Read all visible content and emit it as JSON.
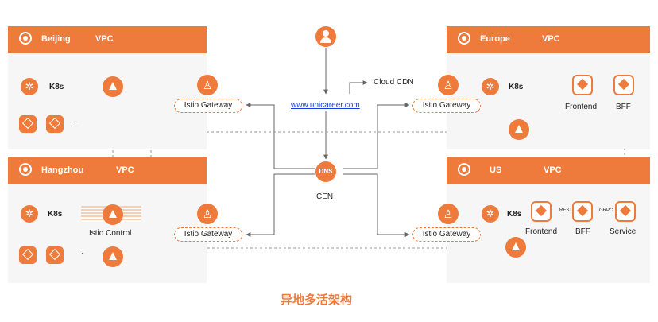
{
  "regions": {
    "beijing": {
      "name": "Beijing",
      "vpc": "VPC",
      "k8s": "K8s"
    },
    "hangzhou": {
      "name": "Hangzhou",
      "vpc": "VPC",
      "k8s": "K8s",
      "control": "Istio Control"
    },
    "europe": {
      "name": "Europe",
      "vpc": "VPC",
      "k8s": "K8s",
      "frontend": "Frontend",
      "bff": "BFF"
    },
    "us": {
      "name": "US",
      "vpc": "VPC",
      "k8s": "K8s",
      "frontend": "Frontend",
      "bff": "BFF",
      "service": "Service",
      "rest": "REST",
      "grpc": "GRPC"
    }
  },
  "gateway_label": "Istio Gateway",
  "center": {
    "url": "www.unicareer.com",
    "cdn": "Cloud CDN",
    "dns": "DNS",
    "cen": "CEN"
  },
  "dot_text": "·",
  "caption": "异地多活架构",
  "colors": {
    "accent": "#ee7a3b",
    "panel": "#f6f6f6",
    "line": "#888888"
  }
}
